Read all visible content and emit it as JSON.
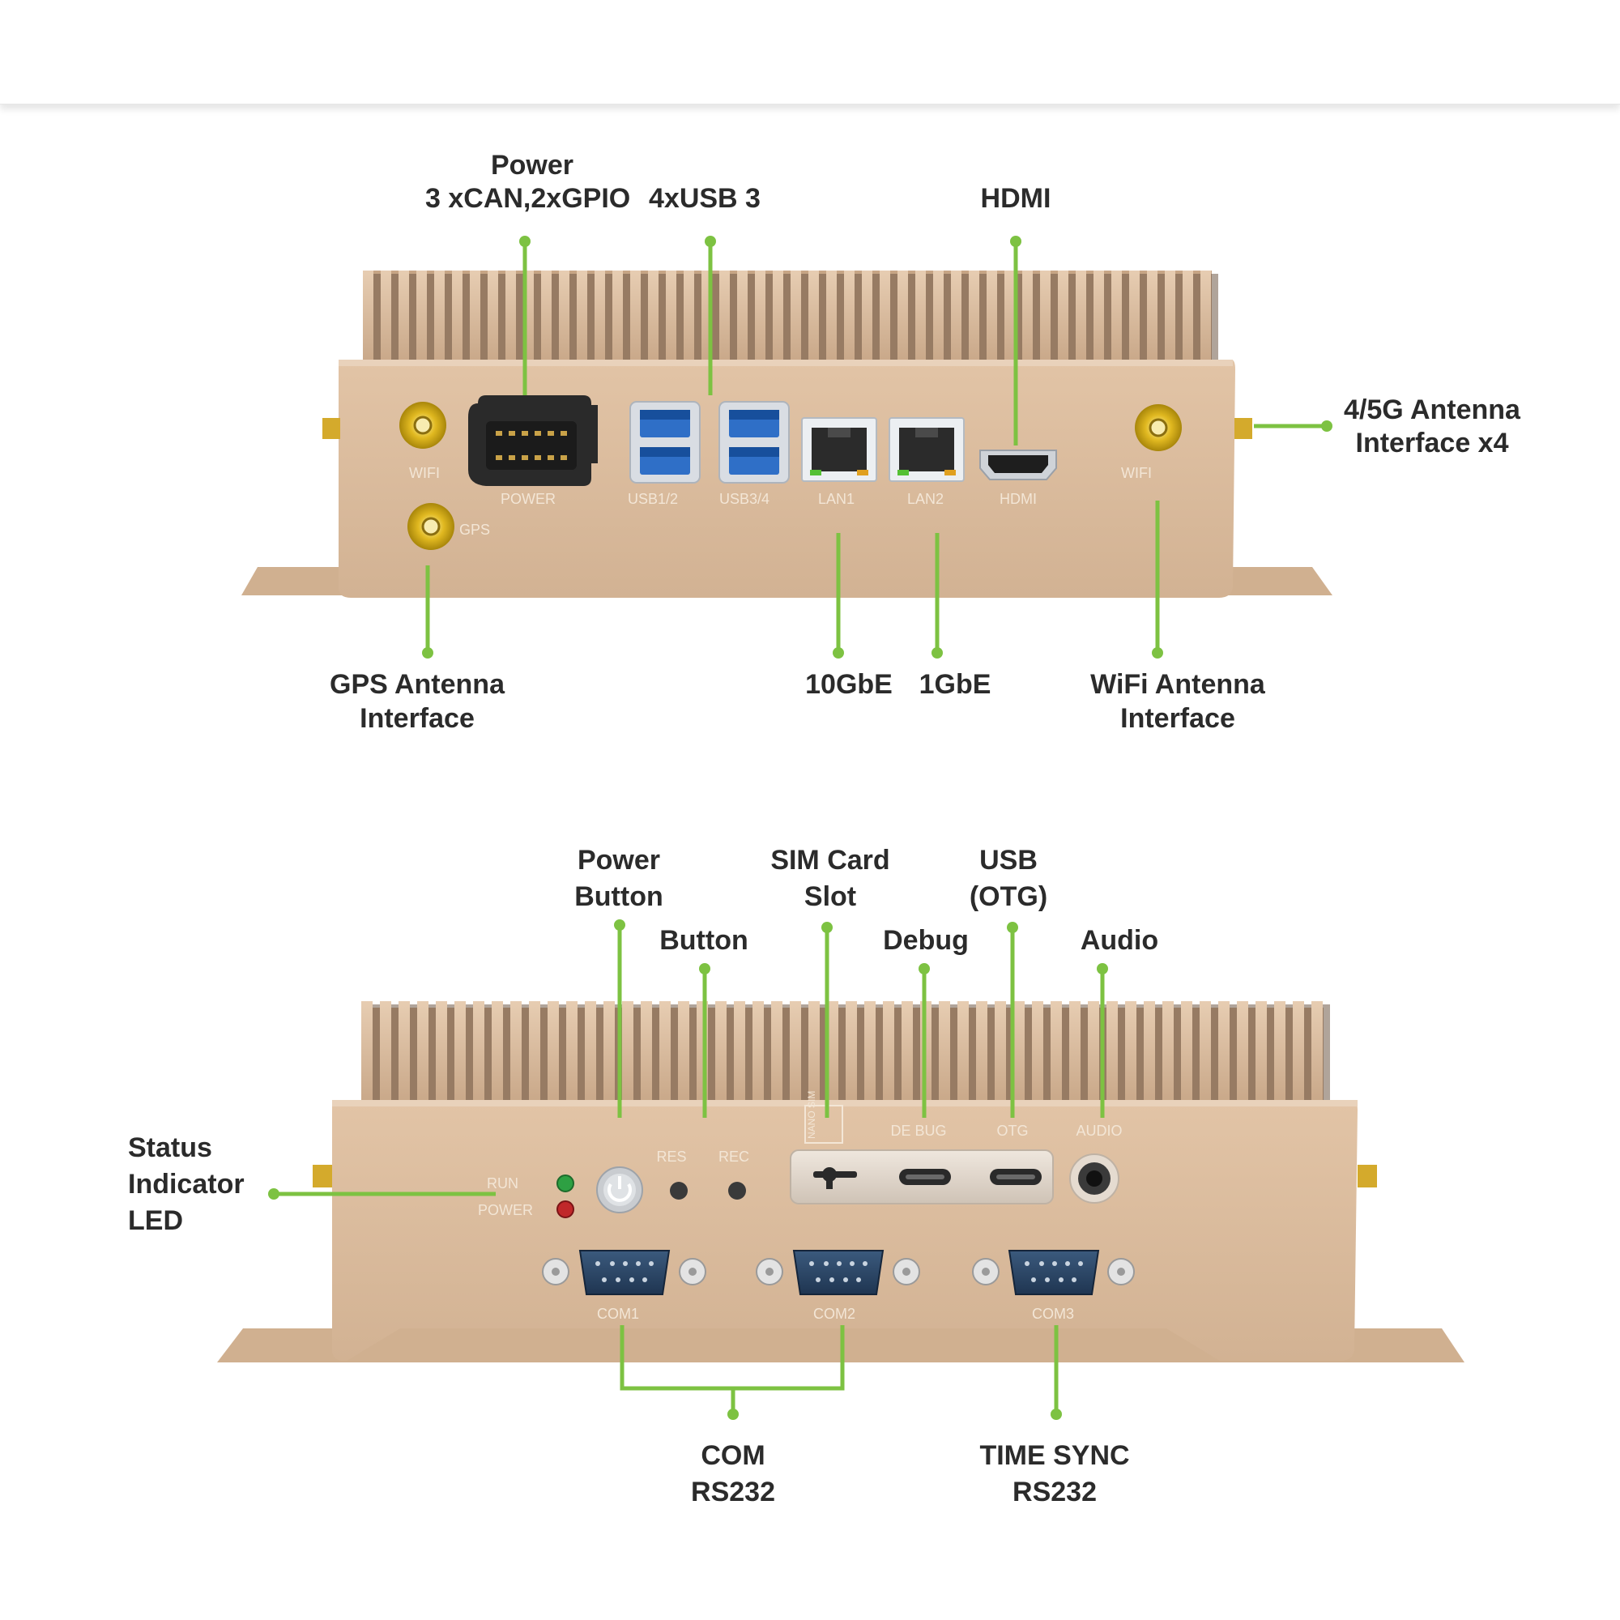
{
  "colors": {
    "leader": "#7dc242",
    "chassis": "#d9b99b",
    "chassis_dark": "#c4a282",
    "label_text": "#2b2b2b",
    "silkscreen": "#f3e6d6"
  },
  "rear_panel": {
    "callouts": {
      "power": [
        "Power",
        "3 xCAN,2xGPIO"
      ],
      "usb": "4xUSB 3",
      "hdmi": "HDMI",
      "antenna_5g": [
        "4/5G Antenna",
        "Interface x4"
      ],
      "gps": [
        "GPS Antenna",
        "Interface"
      ],
      "lan1": "10GbE",
      "lan2": "1GbE",
      "wifi": [
        "WiFi Antenna",
        "Interface"
      ]
    },
    "silkscreen": {
      "wifi1": "WIFI",
      "gps": "GPS",
      "power": "POWER",
      "usb12": "USB1/2",
      "usb34": "USB3/4",
      "lan1": "LAN1",
      "lan2": "LAN2",
      "hdmi": "HDMI",
      "wifi2": "WIFI"
    }
  },
  "front_panel": {
    "callouts": {
      "power_button": [
        "Power",
        "Button"
      ],
      "button": "Button",
      "sim": [
        "SIM Card",
        "Slot"
      ],
      "debug": "Debug",
      "usb_otg": [
        "USB",
        "(OTG)"
      ],
      "audio": "Audio",
      "status_led": [
        "Status",
        "Indicator",
        "LED"
      ],
      "com": [
        "COM",
        "RS232"
      ],
      "time_sync": [
        "TIME SYNC",
        "RS232"
      ]
    },
    "silkscreen": {
      "run": "RUN",
      "power": "POWER",
      "res": "RES",
      "rec": "REC",
      "sim": "NANO SIM",
      "debug": "DE BUG",
      "otg": "OTG",
      "audio": "AUDIO",
      "com1": "COM1",
      "com2": "COM2",
      "com3": "COM3"
    }
  }
}
